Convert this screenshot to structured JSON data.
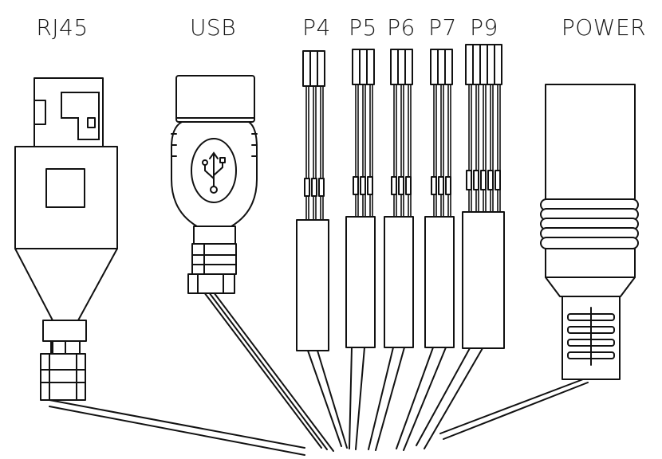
{
  "connectors": {
    "rj45": "RJ45",
    "usb": "USB",
    "p4": "P4",
    "p5": "P5",
    "p6": "P6",
    "p7": "P7",
    "p9": "P9",
    "power": "POWER"
  },
  "colors": {
    "line": "#111111",
    "background": "#ffffff"
  }
}
